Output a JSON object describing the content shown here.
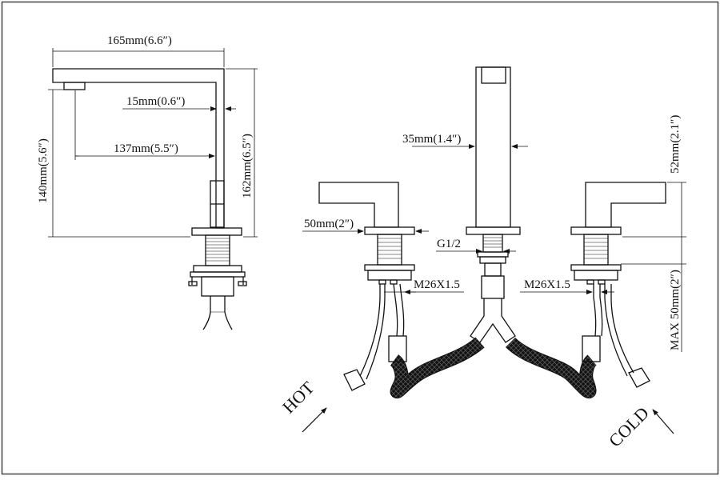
{
  "colors": {
    "line": "#111111",
    "background": "#ffffff",
    "border": "#444444"
  },
  "side_view": {
    "overall_width": "165mm(6.6″)",
    "spout_tip": "15mm(0.6″)",
    "reach": "137mm(5.5″)",
    "spout_height": "140mm(5.6″)",
    "overall_height": "162mm(6.5″)"
  },
  "front_view": {
    "spout_width": "35mm(1.4″)",
    "handle_width": "50mm(2″)",
    "connection": "G1/2",
    "thread_left": "M26X1.5",
    "thread_right": "M26X1.5",
    "handle_height": "52mm(2.1″)",
    "deck_thickness": "MAX 50mm(2″)",
    "hot_label": "HOT",
    "cold_label": "COLD"
  }
}
